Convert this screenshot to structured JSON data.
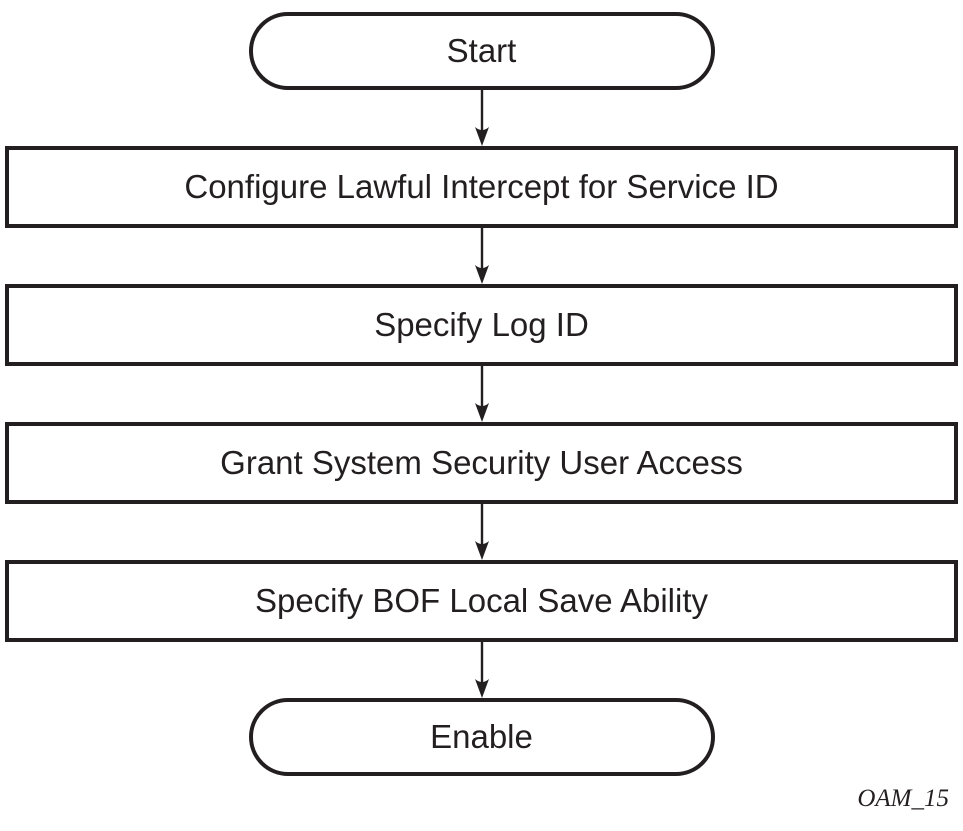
{
  "diagram": {
    "type": "flowchart",
    "direction": "top-to-bottom",
    "nodes": [
      {
        "id": "start",
        "shape": "terminator",
        "label": "Start"
      },
      {
        "id": "step-1",
        "shape": "process",
        "label": "Configure Lawful Intercept for Service ID"
      },
      {
        "id": "step-2",
        "shape": "process",
        "label": "Specify Log ID"
      },
      {
        "id": "step-3",
        "shape": "process",
        "label": "Grant System Security User Access"
      },
      {
        "id": "step-4",
        "shape": "process",
        "label": "Specify BOF Local Save Ability"
      },
      {
        "id": "end",
        "shape": "terminator",
        "label": "Enable"
      }
    ],
    "edges": [
      {
        "from": "start",
        "to": "step-1"
      },
      {
        "from": "step-1",
        "to": "step-2"
      },
      {
        "from": "step-2",
        "to": "step-3"
      },
      {
        "from": "step-3",
        "to": "step-4"
      },
      {
        "from": "step-4",
        "to": "end"
      }
    ],
    "figure_label": "OAM_15"
  },
  "colors": {
    "stroke": "#231f20",
    "text": "#231f20",
    "background": "#ffffff"
  }
}
